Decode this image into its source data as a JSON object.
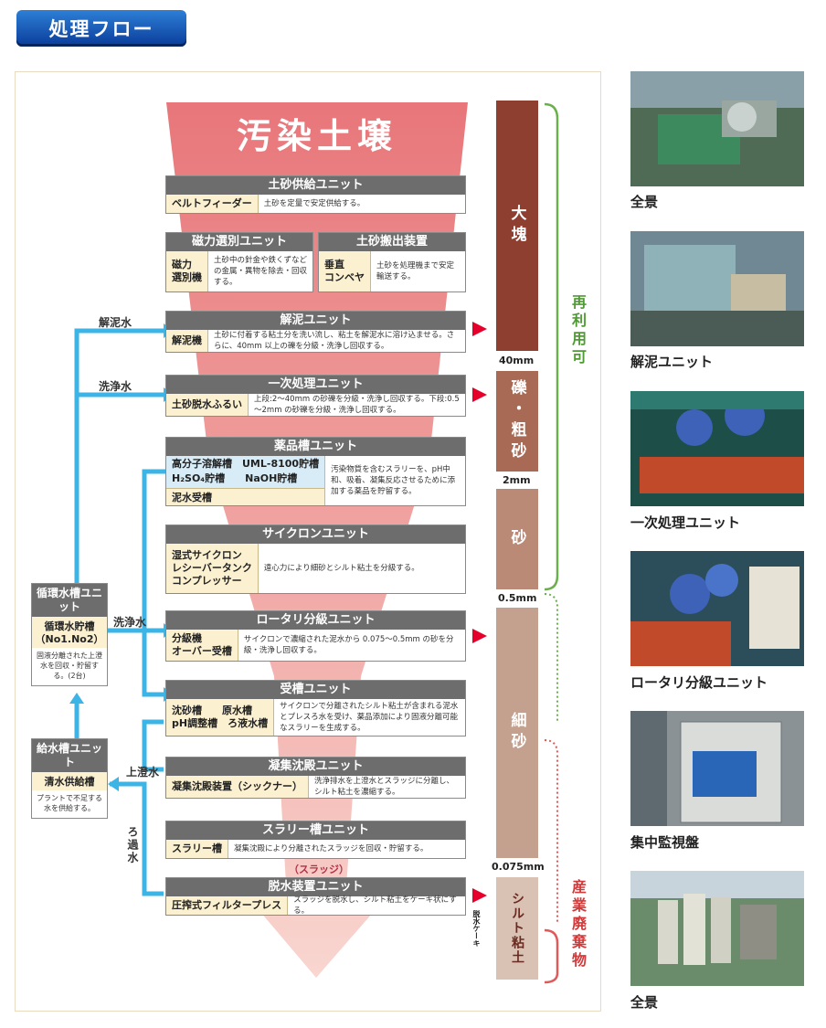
{
  "header": {
    "title": "処理フロー"
  },
  "colors": {
    "funnel": "#e8767a",
    "water": "#3cb4e6",
    "brace_green": "#6ab04c",
    "brace_red": "#e05a5a",
    "band_dark": "#8e3f30",
    "band_mid": "#a86a55",
    "band_light": "#c4a08f"
  },
  "main_title": "汚染土壌",
  "units": [
    {
      "title": "土砂供給ユニット",
      "labels": [
        "ベルトフィーダー"
      ],
      "desc": "土砂を定量で安定供給する。"
    },
    {
      "title": "磁力選別ユニット",
      "labels": [
        "磁力",
        "選別機"
      ],
      "desc": "土砂中の針金や鉄くずなどの金属・異物を除去・回収する。"
    },
    {
      "title": "土砂搬出装置",
      "labels": [
        "垂直",
        "コンベヤ"
      ],
      "desc": "土砂を処理機まで安定輸送する。"
    },
    {
      "title": "解泥ユニット",
      "labels": [
        "解泥機"
      ],
      "desc": "土砂に付着する粘土分を洗い流し、粘土を解泥水に溶け込ませる。さらに、40mm 以上の礫を分級・洗浄し回収する。"
    },
    {
      "title": "一次処理ユニット",
      "labels": [
        "土砂脱水ふるい"
      ],
      "desc": "上段:2～40mm の砂礫を分級・洗浄し回収する。下段:0.5～2mm の砂礫を分級・洗浄し回収する。"
    },
    {
      "title": "薬品槽ユニット",
      "labels": [
        "高分子溶解槽　UML-8100貯槽",
        "H₂SO₄貯槽　　NaOH貯槽",
        "泥水受槽"
      ],
      "desc": "汚染物質を含むスラリーを、pH中和、吸着、凝集反応させるために添加する薬品を貯留する。"
    },
    {
      "title": "サイクロンユニット",
      "labels": [
        "湿式サイクロン",
        "レシーバータンク",
        "コンプレッサー"
      ],
      "desc": "遠心力により細砂とシルト粘土を分級する。"
    },
    {
      "title": "ロータリ分級ユニット",
      "labels": [
        "分級機",
        "オーバー受槽"
      ],
      "desc": "サイクロンで濃縮された泥水から 0.075～0.5mm の砂を分級・洗浄し回収する。"
    },
    {
      "title": "受槽ユニット",
      "labels": [
        "沈砂槽　　原水槽",
        "pH調整槽　ろ液水槽"
      ],
      "desc": "サイクロンで分離されたシルト粘土が含まれる泥水とプレスろ水を受け、薬品添加により固液分離可能なスラリーを生成する。"
    },
    {
      "title": "凝集沈殿ユニット",
      "labels": [
        "凝集沈殿装置（シックナー）"
      ],
      "desc": "洗浄排水を上澄水とスラッジに分離し、シルト粘土を濃縮する。"
    },
    {
      "title": "スラリー槽ユニット",
      "labels": [
        "スラリー槽"
      ],
      "desc": "凝集沈殿により分離されたスラッジを回収・貯留する。"
    },
    {
      "title": "脱水装置ユニット",
      "labels": [
        "圧搾式フィルタープレス"
      ],
      "desc": "スラッジを脱水し、シルト粘土をケーキ状にする。"
    }
  ],
  "sludge_label": "（スラッジ）",
  "cake_label": "脱水ケーキ",
  "bands": [
    "大塊",
    "礫・粗砂",
    "砂",
    "細砂",
    "シルト粘土"
  ],
  "sizes": [
    "40mm",
    "2mm",
    "0.5mm",
    "0.075mm"
  ],
  "reuse_label": "再利用可",
  "waste_label": "産業廃棄物",
  "water_labels": {
    "kaidei": "解泥水",
    "wash1": "洗浄水",
    "wash2": "洗浄水",
    "supernatant": "上澄水",
    "filtrate": "ろ過水"
  },
  "tanks": [
    {
      "title": "循環水槽ユニット",
      "body": "循環水貯槽（No1.No2）",
      "note": "固液分離された上澄水を回収・貯留する。(2台)"
    },
    {
      "title": "給水槽ユニット",
      "body": "清水供給槽",
      "note": "プラントで不足する水を供給する。"
    }
  ],
  "photos": [
    {
      "caption": "全景",
      "icon": "plant-overview-photo"
    },
    {
      "caption": "解泥ユニット",
      "icon": "kaidei-unit-photo"
    },
    {
      "caption": "一次処理ユニット",
      "icon": "primary-unit-photo"
    },
    {
      "caption": "ロータリ分級ユニット",
      "icon": "rotary-unit-photo"
    },
    {
      "caption": "集中監視盤",
      "icon": "control-panel-photo"
    },
    {
      "caption": "全景",
      "icon": "plant-tanks-photo"
    }
  ]
}
